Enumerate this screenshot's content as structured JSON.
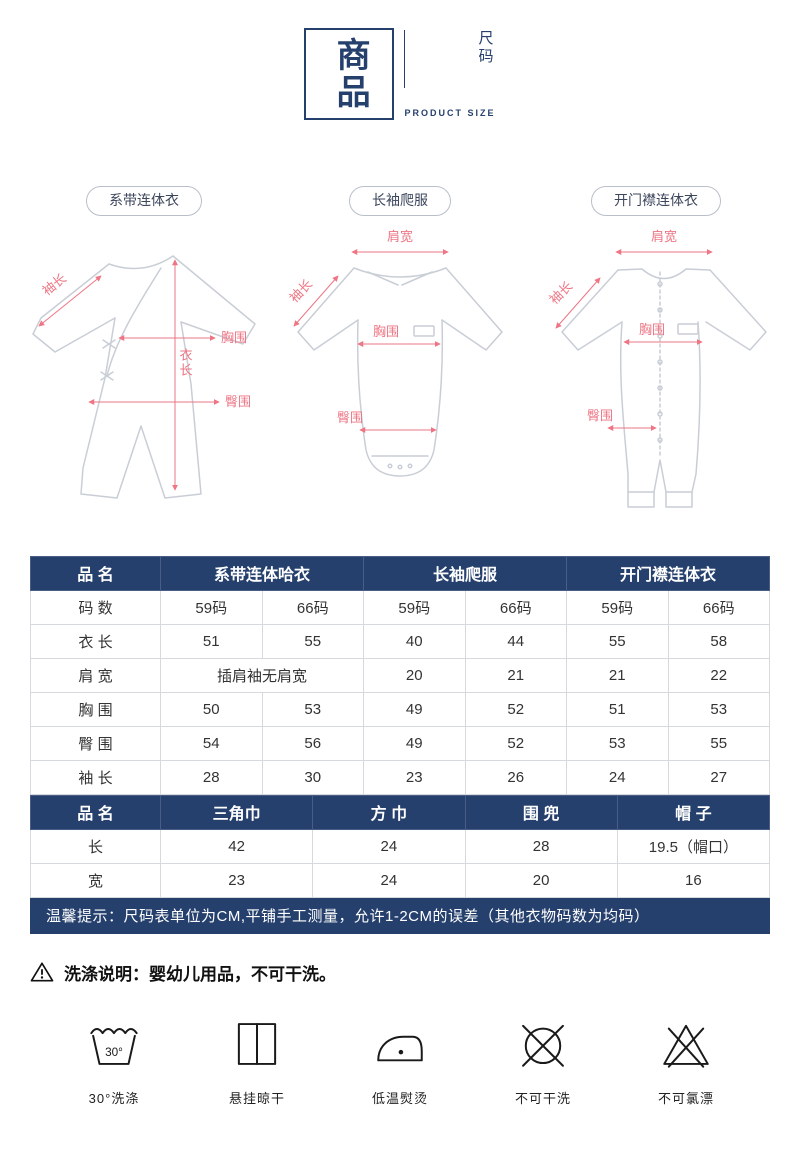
{
  "header": {
    "title_main": "商品",
    "title_sub": "尺码",
    "subtitle_en": "PRODUCT SIZE"
  },
  "diagrams": [
    {
      "label": "系带连体衣",
      "annotations": {
        "sleeve": "袖长",
        "chest": "胸围",
        "length": "衣长",
        "hip": "臀围"
      }
    },
    {
      "label": "长袖爬服",
      "annotations": {
        "shoulder": "肩宽",
        "sleeve": "袖长",
        "chest": "胸围",
        "hip": "臀围"
      }
    },
    {
      "label": "开门襟连体衣",
      "annotations": {
        "shoulder": "肩宽",
        "sleeve": "袖长",
        "chest": "胸围",
        "hip": "臀围"
      }
    }
  ],
  "size_table": {
    "product_header": {
      "label": "品 名",
      "products": [
        "系带连体哈衣",
        "长袖爬服",
        "开门襟连体衣"
      ]
    },
    "rows": [
      {
        "label": "码 数",
        "values": [
          "59码",
          "66码",
          "59码",
          "66码",
          "59码",
          "66码"
        ]
      },
      {
        "label": "衣 长",
        "values": [
          "51",
          "55",
          "40",
          "44",
          "55",
          "58"
        ]
      },
      {
        "label": "肩 宽",
        "values": [
          "插肩袖无肩宽",
          "20",
          "21",
          "21",
          "22"
        ]
      },
      {
        "label": "胸 围",
        "values": [
          "50",
          "53",
          "49",
          "52",
          "51",
          "53"
        ]
      },
      {
        "label": "臀 围",
        "values": [
          "54",
          "56",
          "49",
          "52",
          "53",
          "55"
        ]
      },
      {
        "label": "袖 长",
        "values": [
          "28",
          "30",
          "23",
          "26",
          "24",
          "27"
        ]
      }
    ],
    "accessory_header": {
      "label": "品 名",
      "products": [
        "三角巾",
        "方 巾",
        "围 兜",
        "帽 子"
      ]
    },
    "accessory_rows": [
      {
        "label": "长",
        "values": [
          "42",
          "24",
          "28",
          "19.5（帽口）"
        ]
      },
      {
        "label": "宽",
        "values": [
          "23",
          "24",
          "20",
          "16"
        ]
      }
    ],
    "tip": "温馨提示：尺码表单位为CM,平铺手工测量，允许1-2CM的误差（其他衣物码数为均码）"
  },
  "washing": {
    "title": "洗涤说明：婴幼儿用品，不可干洗。",
    "icons": [
      {
        "name": "wash-30-icon",
        "label": "30°洗涤",
        "temp": "30°"
      },
      {
        "name": "hang-dry-icon",
        "label": "悬挂晾干"
      },
      {
        "name": "low-temp-iron-icon",
        "label": "低温熨烫"
      },
      {
        "name": "no-dry-clean-icon",
        "label": "不可干洗"
      },
      {
        "name": "no-chlorine-bleach-icon",
        "label": "不可氯漂"
      }
    ]
  },
  "colors": {
    "navy": "#26406e",
    "pink": "#ee7584"
  }
}
